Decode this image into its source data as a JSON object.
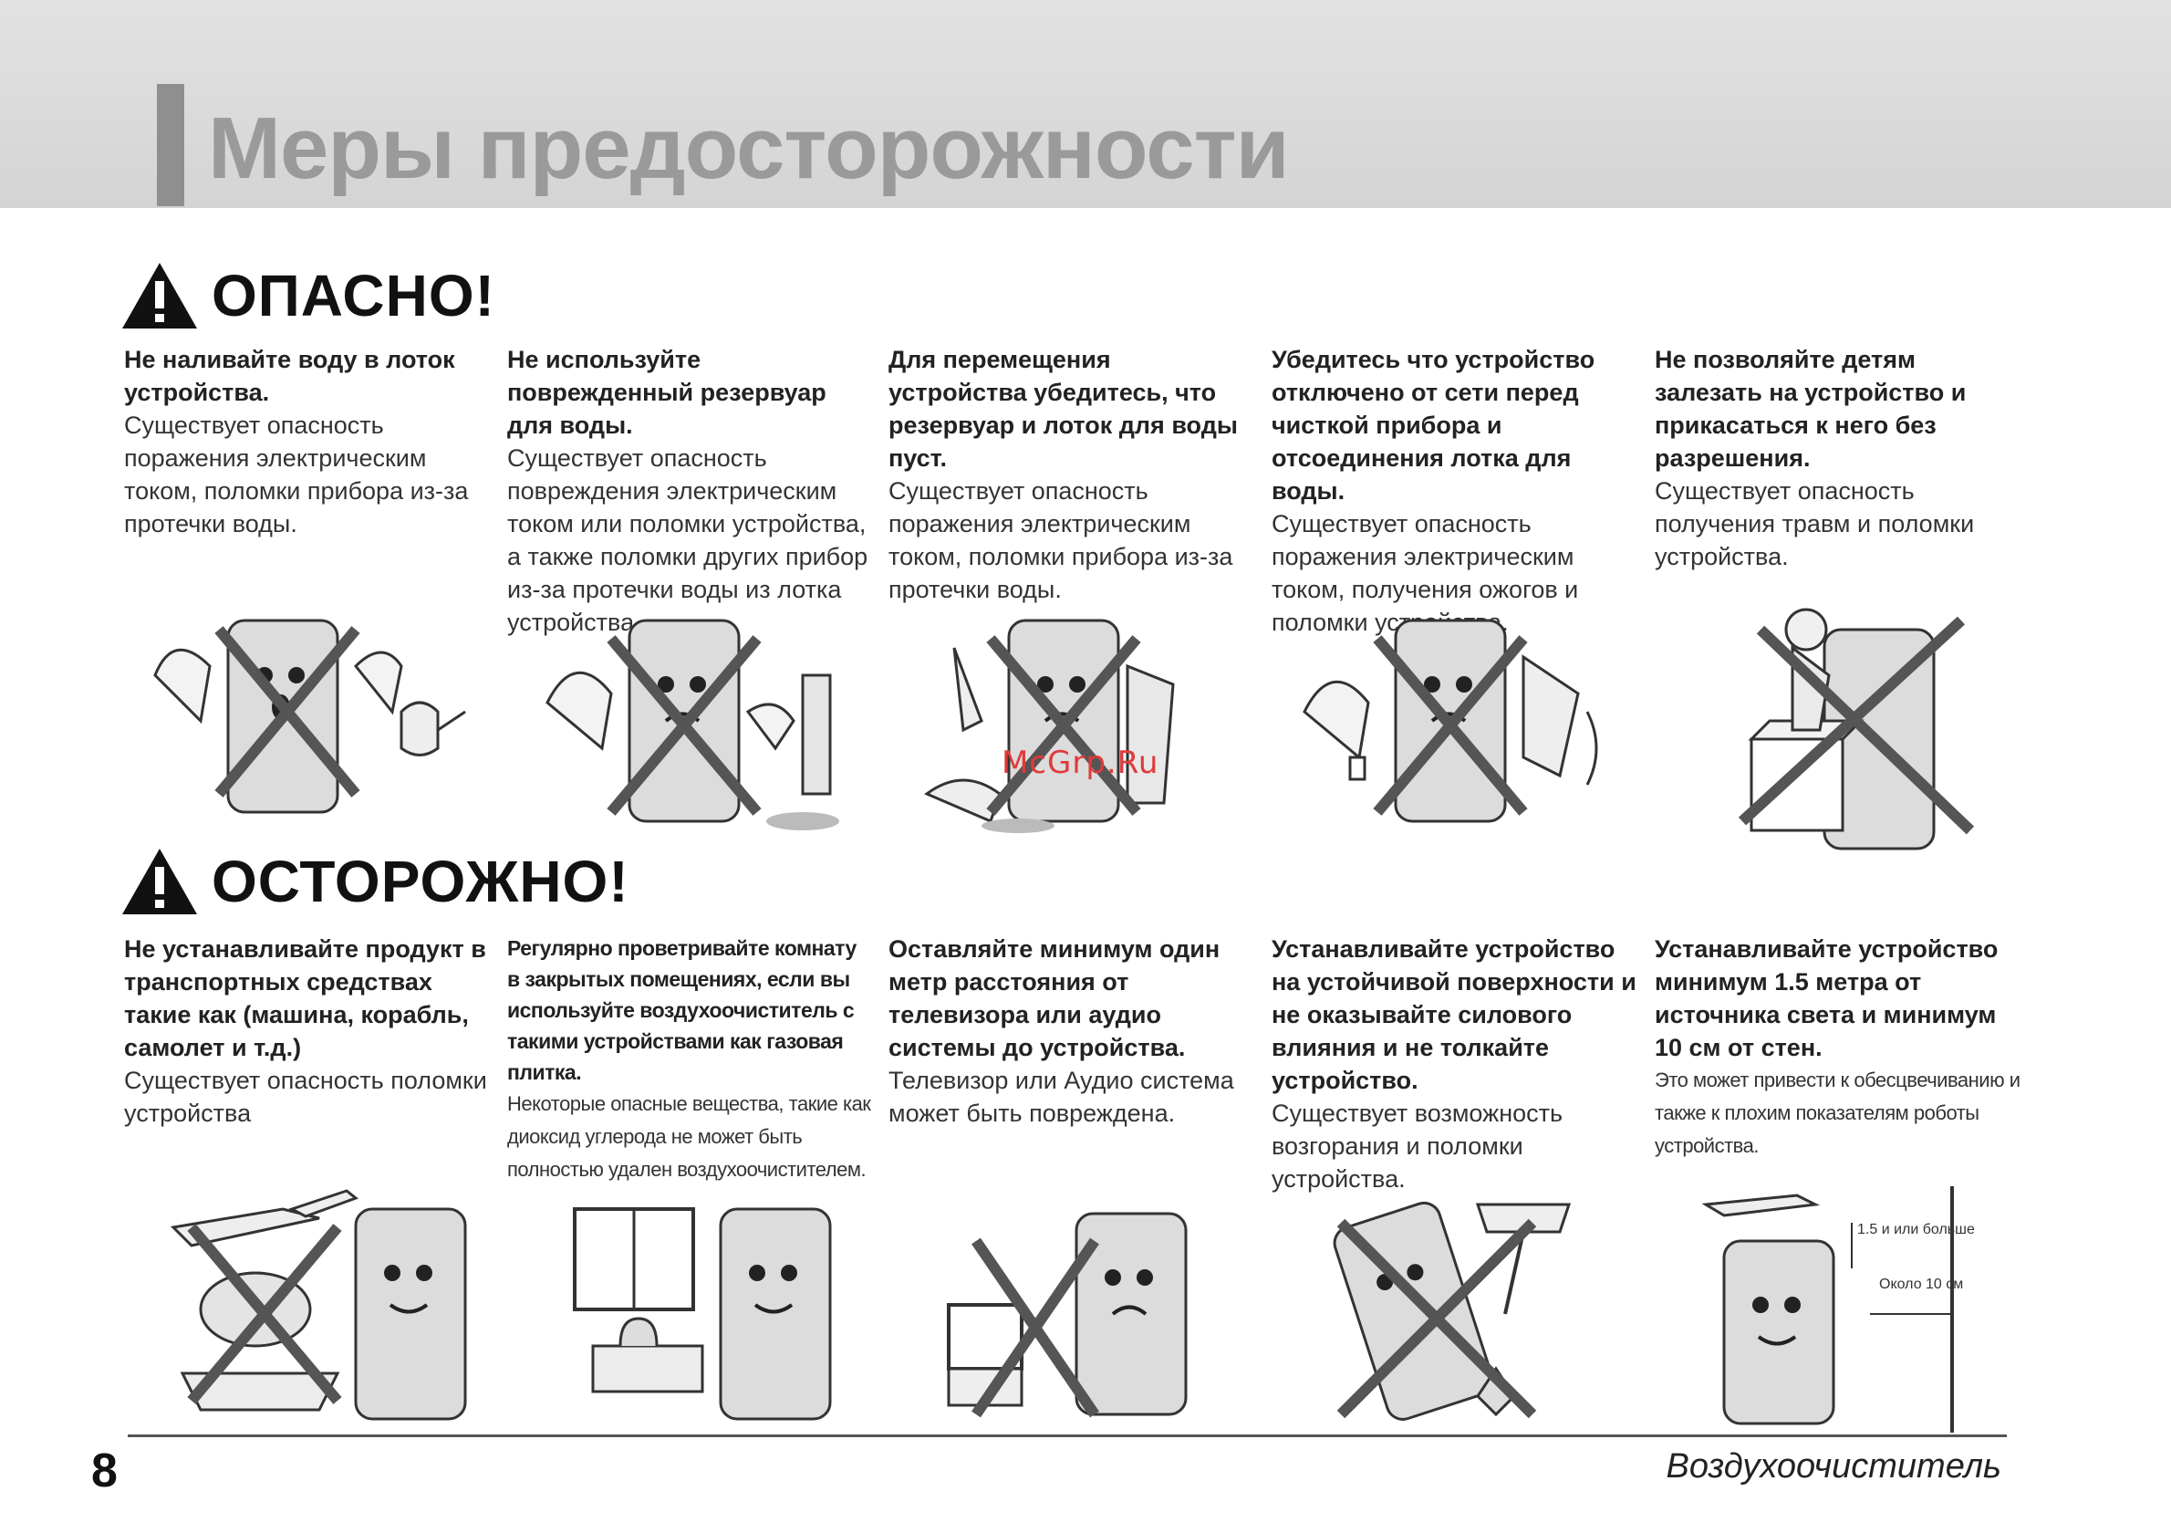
{
  "header": {
    "title": "Меры предосторожности"
  },
  "danger": {
    "heading": "ОПАСНО!",
    "items": [
      {
        "bold": "Не наливайте воду в лоток устройства.",
        "text": "Существует опасность поражения электрическим током, поломки прибора из-за протечки воды."
      },
      {
        "bold": "Не используйте поврежденный резервуар для воды.",
        "text": "Существует опасность повреждения электрическим током или поломки устройства, а также поломки других прибор из-за протечки воды из лотка устройства."
      },
      {
        "bold": "Для перемещения устройства убедитесь, что резервуар и лоток для воды пуст.",
        "text": "Существует опасность поражения электрическим током, поломки прибора из-за протечки воды."
      },
      {
        "bold": "Убедитесь что устройство отключено от сети перед чисткой прибора и отсоединения лотка для воды.",
        "text": "Существует опасность поражения электрическим током, получения ожогов и поломки устройства."
      },
      {
        "bold": "Не позволяйте детям залезать на устройство и прикасаться к него без разрешения.",
        "text": "Существует опасность получения травм и поломки устройства."
      }
    ]
  },
  "caution": {
    "heading": "ОСТОРОЖНО!",
    "items": [
      {
        "bold": "Не устанавливайте продукт в транспортных средствах такие как (машина, корабль, самолет и т.д.)",
        "text": "Существует опасность поломки устройства"
      },
      {
        "bold": "Регулярно проветривайте комнату в закрытых помещениях, если вы используйте воздухоочиститель с такими устройствами как газовая плитка.",
        "text": "Некоторые опасные вещества, такие как диоксид углерода не может быть полностью удален воздухоочистителем."
      },
      {
        "bold": "Оставляйте минимум один метр расстояния от телевизора или аудио системы до устройства.",
        "text": "Телевизор или Аудио система может быть повреждена."
      },
      {
        "bold": "Устанавливайте устройство на устойчивой поверхности и не оказывайте силового влияния и не толкайте устройство.",
        "text": "Существует возможность возгорания и поломки устройства."
      },
      {
        "bold": "Устанавливайте устройство минимум 1.5 метра от источника света и минимум 10 см от стен.",
        "text": "Это может привести к обесцвечиванию и также к плохим показателям роботы устройства."
      }
    ]
  },
  "illustration_labels": {
    "distance_1": "1.5 и или больше",
    "distance_2": "Около 10 см"
  },
  "watermark": "McGrp.Ru",
  "footer": {
    "page_number": "8",
    "product": "Воздухоочиститель"
  },
  "colors": {
    "header_band": "#d8d8d8",
    "title_text": "#9a9a9a",
    "cross": "#555555",
    "watermark": "#e03a3a"
  }
}
